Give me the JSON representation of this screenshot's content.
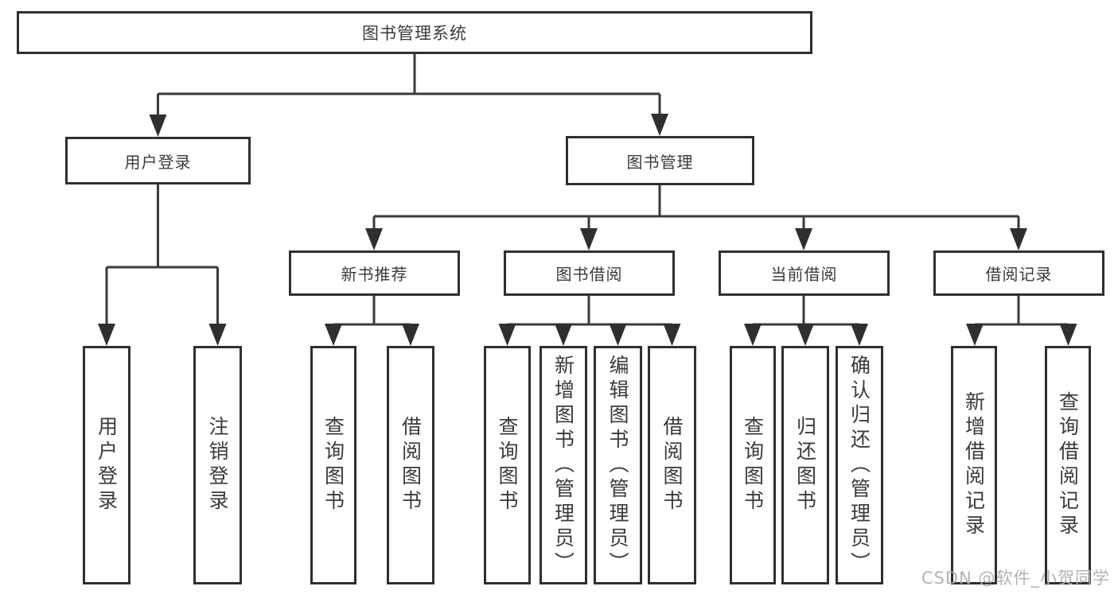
{
  "watermark": "CSDN @软件_小贺同学",
  "colors": {
    "background": "#ffffff",
    "box_border": "#2f2f2f",
    "connector_line": "#3a3a3a",
    "text": "#3a3a3a",
    "watermark_text": "#b3b3b3"
  },
  "tree": {
    "root": {
      "label": "图书管理系统"
    },
    "branches": [
      {
        "label": "用户登录",
        "children": [
          {
            "label": "用户登录"
          },
          {
            "label": "注销登录"
          }
        ]
      },
      {
        "label": "图书管理",
        "sections": [
          {
            "label": "新书推荐",
            "children": [
              {
                "label": "查询图书"
              },
              {
                "label": "借阅图书"
              }
            ]
          },
          {
            "label": "图书借阅",
            "children": [
              {
                "label": "查询图书"
              },
              {
                "label": "新增图书（管理员）"
              },
              {
                "label": "编辑图书（管理员）"
              },
              {
                "label": "借阅图书"
              }
            ]
          },
          {
            "label": "当前借阅",
            "children": [
              {
                "label": "查询图书"
              },
              {
                "label": "归还图书"
              },
              {
                "label": "确认归还（管理员）"
              }
            ]
          },
          {
            "label": "借阅记录",
            "children": [
              {
                "label": "新增借阅记录"
              },
              {
                "label": "查询借阅记录"
              }
            ]
          }
        ]
      }
    ]
  }
}
